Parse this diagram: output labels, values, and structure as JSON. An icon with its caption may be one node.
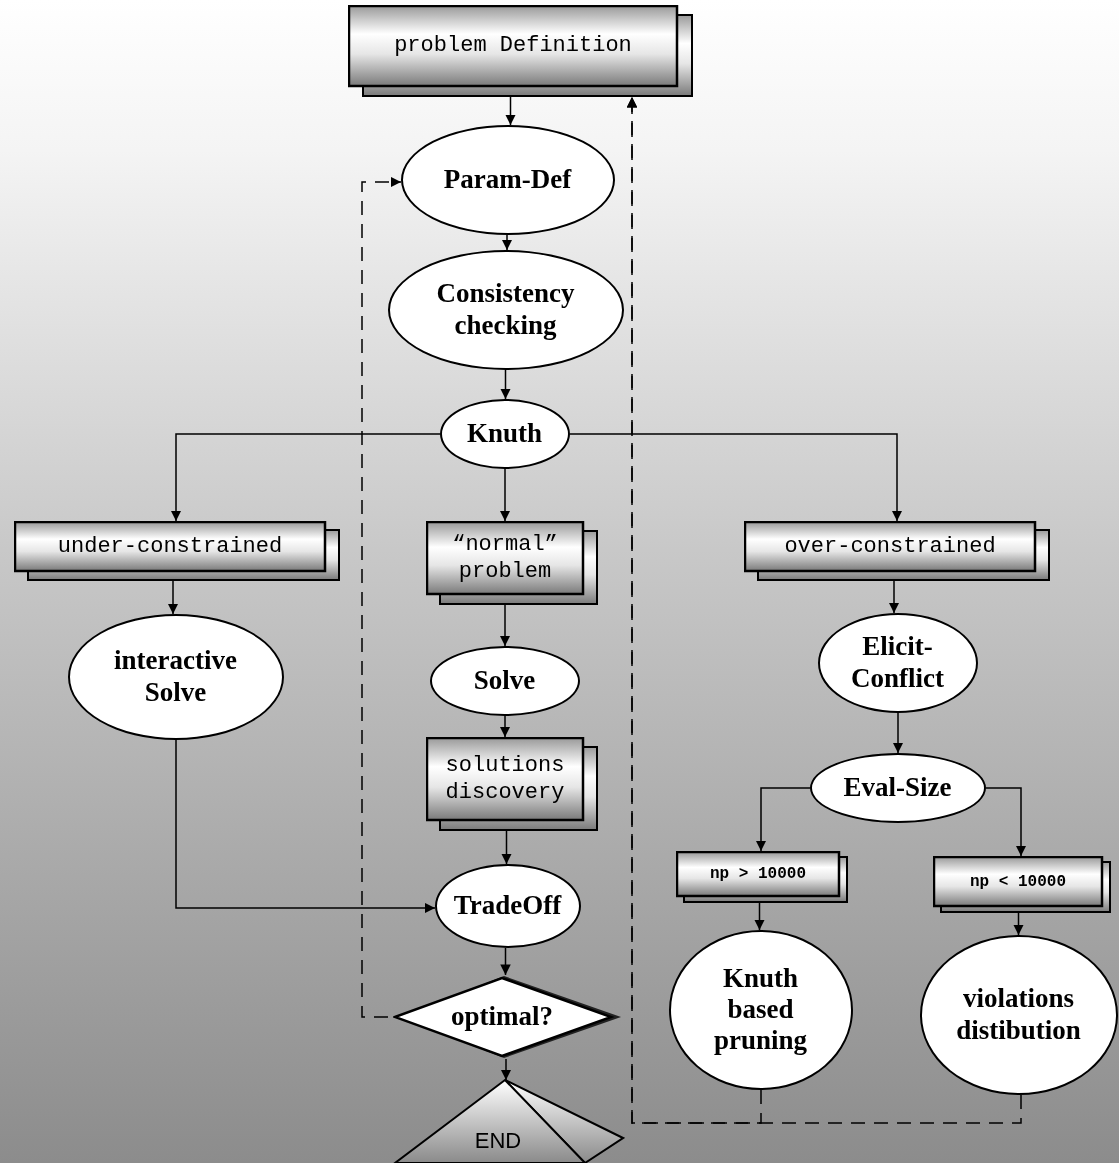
{
  "diagram": {
    "nodes": [
      {
        "text": [
          "problem Definition"
        ]
      },
      {
        "text": [
          "Param-Def"
        ]
      },
      {
        "text": [
          "Consistency checking"
        ]
      },
      {
        "text": [
          "Knuth"
        ]
      },
      {
        "text": [
          "under-constrained"
        ]
      },
      {
        "text": [
          "“normal” problem"
        ]
      },
      {
        "text": [
          "over-constrained"
        ]
      },
      {
        "text": [
          "interactive Solve"
        ]
      },
      {
        "text": [
          "Solve"
        ]
      },
      {
        "text": [
          "solutions discovery"
        ]
      },
      {
        "text": [
          "Elicit-Conflict"
        ]
      },
      {
        "text": [
          "Eval-Size"
        ]
      },
      {
        "text": [
          "TradeOff"
        ]
      },
      {
        "text": [
          "np > 10000"
        ]
      },
      {
        "text": [
          "np < 10000"
        ]
      },
      {
        "text": [
          "optimal?"
        ]
      },
      {
        "text": [
          "Knuth based pruning"
        ]
      },
      {
        "text": [
          "violations distibution"
        ]
      },
      {
        "text": [
          "END"
        ]
      }
    ],
    "edges": [
      {
        "from": 0,
        "to": 1,
        "arrow": "to"
      },
      {
        "from": 1,
        "to": 2,
        "arrow": "to"
      },
      {
        "from": 2,
        "to": 3,
        "arrow": "to"
      },
      {
        "from": 3,
        "to": 4,
        "arrow": "to"
      },
      {
        "from": 3,
        "to": 5,
        "arrow": "to"
      },
      {
        "from": 3,
        "to": 6,
        "arrow": "to"
      },
      {
        "from": 4,
        "to": 7,
        "arrow": "to"
      },
      {
        "from": 5,
        "to": 8,
        "arrow": "to"
      },
      {
        "from": 8,
        "to": 9,
        "arrow": "to"
      },
      {
        "from": 9,
        "to": 12,
        "arrow": "to"
      },
      {
        "from": 6,
        "to": 10,
        "arrow": "to"
      },
      {
        "from": 10,
        "to": 11,
        "arrow": "to"
      },
      {
        "from": 11,
        "to": 13,
        "arrow": "to"
      },
      {
        "from": 11,
        "to": 14,
        "arrow": "to"
      },
      {
        "from": 13,
        "to": 16,
        "arrow": "to"
      },
      {
        "from": 14,
        "to": 17,
        "arrow": "to"
      },
      {
        "from": 7,
        "to": 12,
        "arrow": "to"
      },
      {
        "from": 12,
        "to": 15,
        "arrow": "to"
      },
      {
        "from": 15,
        "to": 18,
        "arrow": "to"
      },
      {
        "from": 15,
        "to": 1,
        "arrow": "to",
        "style": "dashed"
      },
      {
        "from": 16,
        "to": 0,
        "arrow": "to",
        "style": "dashed"
      },
      {
        "from": 17,
        "to": 0,
        "arrow": "to",
        "style": "dashed"
      }
    ]
  }
}
